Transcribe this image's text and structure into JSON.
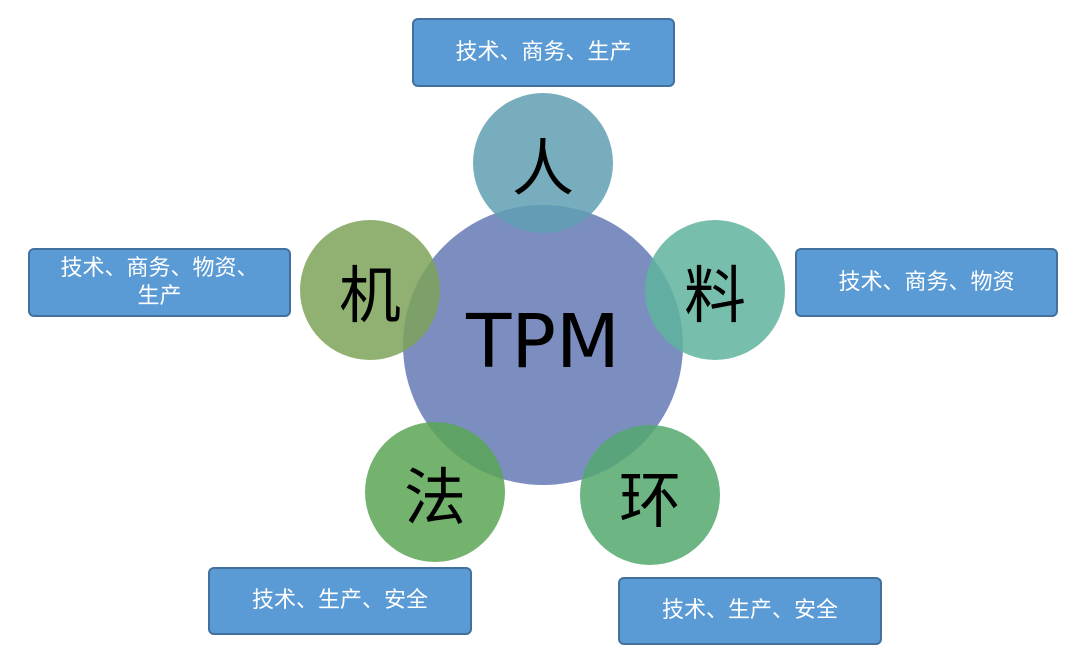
{
  "center": {
    "label": "TPM",
    "color": "#6e82b9"
  },
  "nodes": [
    {
      "label": "人",
      "color": "#5f9fb2",
      "role": "技术、商务、生产"
    },
    {
      "label": "料",
      "color": "#5fb49e",
      "role": "技术、商务、物资"
    },
    {
      "label": "环",
      "color": "#55a86e",
      "role": "技术、生产、安全"
    },
    {
      "label": "法",
      "color": "#5aa655",
      "role": "技术、生产、安全"
    },
    {
      "label": "机",
      "color": "#7ea35a",
      "role_line1": "技术、商务、物资、",
      "role_line2": "生产"
    }
  ]
}
